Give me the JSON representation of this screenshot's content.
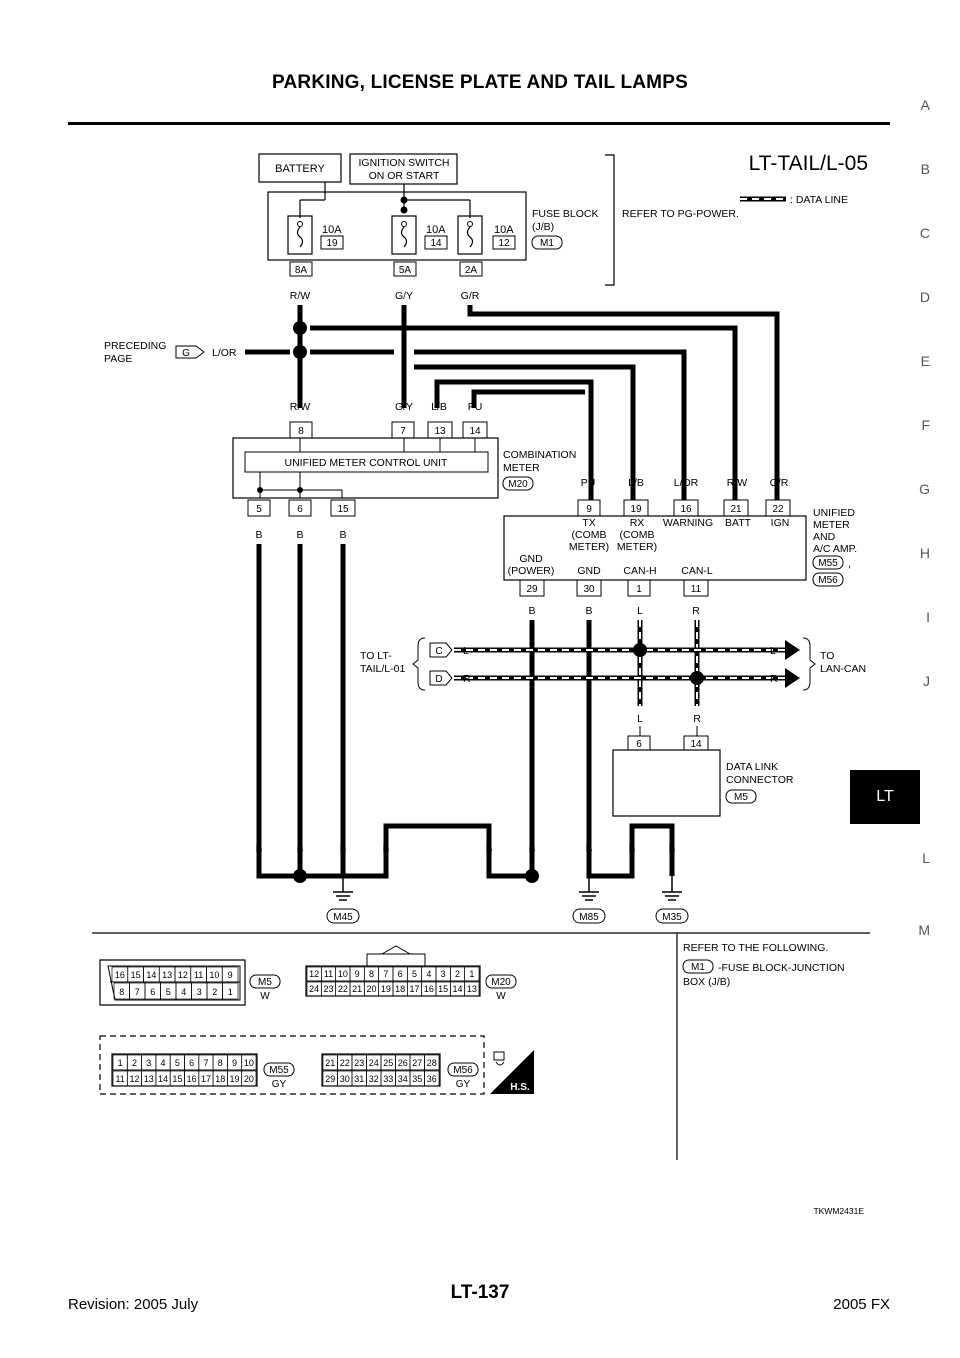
{
  "header": {
    "title": "PARKING, LICENSE PLATE AND TAIL LAMPS"
  },
  "side_tabs": [
    "A",
    "B",
    "C",
    "D",
    "E",
    "F",
    "G",
    "H",
    "I",
    "J",
    "LT",
    "L",
    "M"
  ],
  "active_tab": "LT",
  "footer": {
    "revision": "Revision: 2005 July",
    "page": "LT-137",
    "model": "2005 FX"
  },
  "diagram": {
    "code": "LT-TAIL/L-05",
    "legend": ": DATA LINE",
    "battery": "BATTERY",
    "ign1": "IGNITION SWITCH",
    "ign2": "ON OR START",
    "fuse_block_1": "FUSE BLOCK",
    "fuse_block_2": "(J/B)",
    "fuse_conn": "M1",
    "refer": "REFER TO PG-POWER.",
    "fuses": [
      {
        "amp": "10A",
        "num": "19",
        "pin": "8A",
        "wire": "R/W"
      },
      {
        "amp": "10A",
        "num": "14",
        "pin": "5A",
        "wire": "G/Y"
      },
      {
        "amp": "10A",
        "num": "12",
        "pin": "2A",
        "wire": "G/R"
      }
    ],
    "preceding_1": "PRECEDING",
    "preceding_2": "PAGE",
    "preceding_g": "G",
    "preceding_wire": "L/OR",
    "cm_top": [
      {
        "pin": "8",
        "wire": "R/W"
      },
      {
        "pin": "7",
        "wire": "G/Y"
      },
      {
        "pin": "13",
        "wire": "L/B"
      },
      {
        "pin": "14",
        "wire": "PU"
      }
    ],
    "cm_label": "UNIFIED METER CONTROL UNIT",
    "cm_name_1": "COMBINATION",
    "cm_name_2": "METER",
    "cm_conn": "M20",
    "cm_bottom": [
      {
        "pin": "5",
        "wire": "B"
      },
      {
        "pin": "6",
        "wire": "B"
      },
      {
        "pin": "15",
        "wire": "B"
      }
    ],
    "amp_top": [
      {
        "pin": "9",
        "wire": "PU",
        "l1": "TX",
        "l2": "(COMB",
        "l3": "METER)"
      },
      {
        "pin": "19",
        "wire": "L/B",
        "l1": "RX",
        "l2": "(COMB",
        "l3": "METER)"
      },
      {
        "pin": "16",
        "wire": "L/OR",
        "l1": "WARNING",
        "l2": "",
        "l3": ""
      },
      {
        "pin": "21",
        "wire": "R/W",
        "l1": "BATT",
        "l2": "",
        "l3": ""
      },
      {
        "pin": "22",
        "wire": "G/R",
        "l1": "IGN",
        "l2": "",
        "l3": ""
      }
    ],
    "amp_bottom": [
      {
        "pin": "29",
        "wire": "B",
        "l1": "GND",
        "l2": "(POWER)"
      },
      {
        "pin": "30",
        "wire": "B",
        "l1": "GND",
        "l2": ""
      },
      {
        "pin": "1",
        "wire": "L",
        "l1": "CAN-H",
        "l2": ""
      },
      {
        "pin": "11",
        "wire": "R",
        "l1": "CAN-L",
        "l2": ""
      }
    ],
    "amp_name": [
      "UNIFIED",
      "METER",
      "AND",
      "A/C AMP."
    ],
    "amp_conn_1": "M55",
    "amp_conn_sep": ",",
    "amp_conn_2": "M56",
    "to_lt_1": "TO LT-",
    "to_lt_2": "TAIL/L-01",
    "bus_c": "C",
    "bus_d": "D",
    "bus_l": "L",
    "bus_r": "R",
    "to_lan_1": "TO",
    "to_lan_2": "LAN-CAN",
    "dlc_pins": [
      {
        "pin": "6",
        "wire": "L"
      },
      {
        "pin": "14",
        "wire": "R"
      }
    ],
    "dlc_name_1": "DATA LINK",
    "dlc_name_2": "CONNECTOR",
    "dlc_conn": "M5",
    "ground_wire": "B",
    "grounds": [
      "M45",
      "M85",
      "M35"
    ]
  },
  "connectors": {
    "refer_1": "REFER TO THE FOLLOWING.",
    "refer_conn": "M1",
    "refer_2": "-FUSE BLOCK-JUNCTION",
    "refer_3": "BOX (J/B)",
    "m5": {
      "name": "M5",
      "color": "W",
      "top": [
        "16",
        "15",
        "14",
        "13",
        "12",
        "11",
        "10",
        "9"
      ],
      "bottom": [
        "8",
        "7",
        "6",
        "5",
        "4",
        "3",
        "2",
        "1"
      ]
    },
    "m20": {
      "name": "M20",
      "color": "W",
      "top": [
        "12",
        "11",
        "10",
        "9",
        "8",
        "7",
        "6",
        "5",
        "4",
        "3",
        "2",
        "1"
      ],
      "bottom": [
        "24",
        "23",
        "22",
        "21",
        "20",
        "19",
        "18",
        "17",
        "16",
        "15",
        "14",
        "13"
      ]
    },
    "m55": {
      "name": "M55",
      "color": "GY",
      "top": [
        "1",
        "2",
        "3",
        "4",
        "5",
        "6",
        "7",
        "8",
        "9",
        "10"
      ],
      "bottom": [
        "11",
        "12",
        "13",
        "14",
        "15",
        "16",
        "17",
        "18",
        "19",
        "20"
      ]
    },
    "m56": {
      "name": "M56",
      "color": "GY",
      "top": [
        "21",
        "22",
        "23",
        "24",
        "25",
        "26",
        "27",
        "28"
      ],
      "bottom": [
        "29",
        "30",
        "31",
        "32",
        "33",
        "34",
        "35",
        "36"
      ]
    },
    "hs": "H.S."
  },
  "figure_code": "TKWM2431E"
}
